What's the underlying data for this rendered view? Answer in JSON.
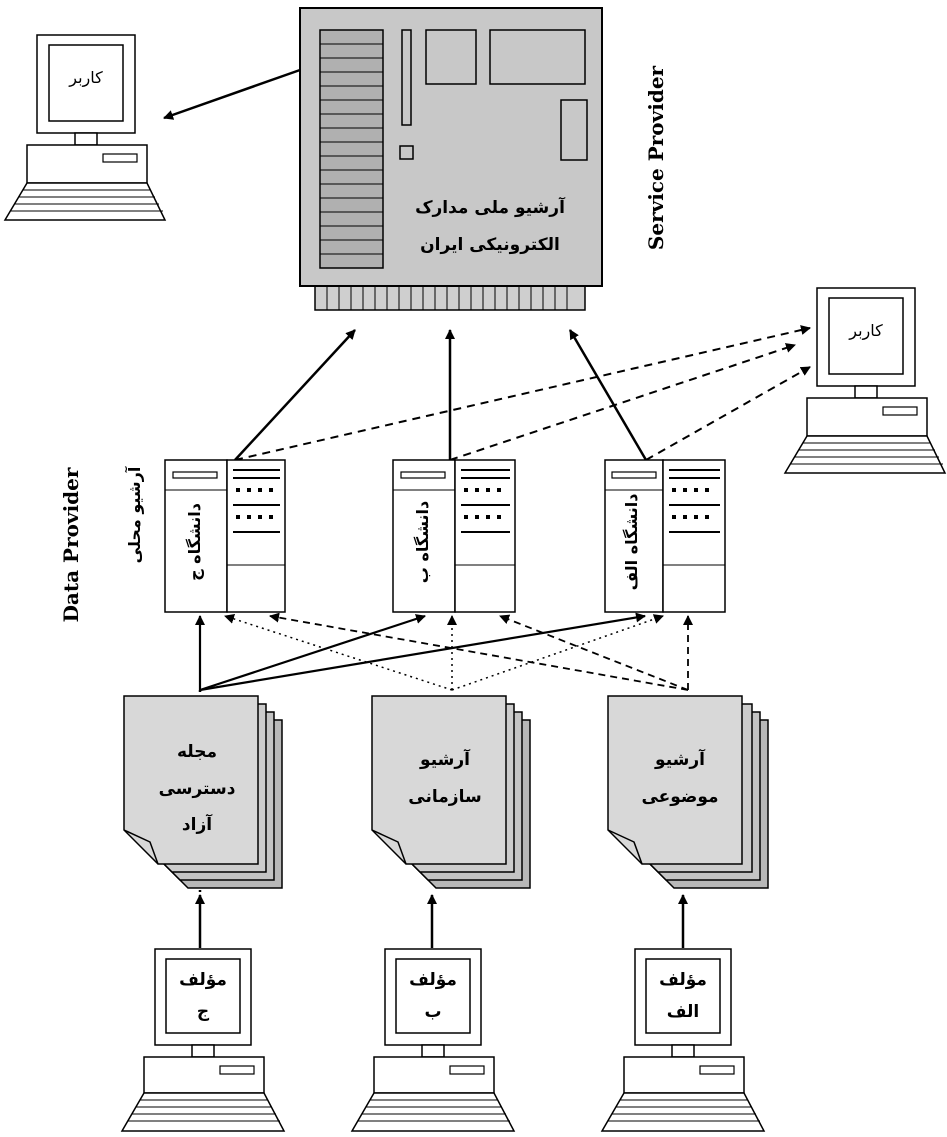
{
  "service_provider": {
    "label": "Service Provider",
    "archive_name_line1": "آرشیو ملی مدارک",
    "archive_name_line2": "الکترونیکی ایران"
  },
  "data_provider": {
    "label": "Data Provider",
    "local_archive_label": "آرشیو محلی"
  },
  "users": [
    {
      "label": "کاربر"
    },
    {
      "label": "کاربر"
    }
  ],
  "universities": [
    {
      "label": "دانشگاه ج"
    },
    {
      "label": "دانشگاه ب"
    },
    {
      "label": "دانشگاه الف"
    }
  ],
  "repositories": [
    {
      "lines": [
        "مجله",
        "دسترسی",
        "آزاد"
      ]
    },
    {
      "lines": [
        "آرشیو",
        "سازمانی"
      ]
    },
    {
      "lines": [
        "آرشیو",
        "موضوعی"
      ]
    }
  ],
  "authors": [
    {
      "line1": "مؤلف",
      "line2": "ج"
    },
    {
      "line1": "مؤلف",
      "line2": "ب"
    },
    {
      "line1": "مؤلف",
      "line2": "الف"
    }
  ]
}
